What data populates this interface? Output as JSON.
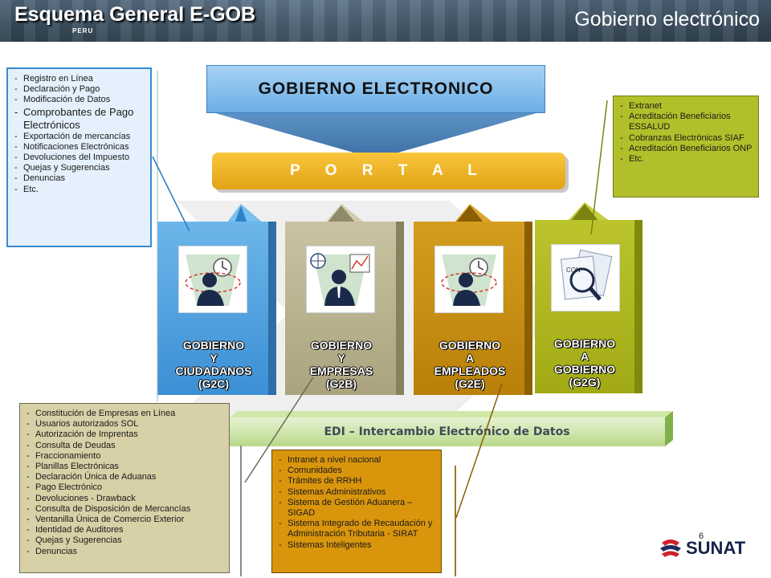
{
  "header": {
    "title": "Esquema General E-GOB",
    "subtitle": "Gobierno electrónico",
    "peru_mark": "PERU"
  },
  "diagram": {
    "title": "GOBIERNO ELECTRONICO",
    "portal": "P O R T A L",
    "edi": "EDI – Intercambio Electrónico de Datos",
    "pillars": [
      {
        "lines": [
          "GOBIERNO",
          "Y",
          "CIUDADANOS",
          "(G2C)"
        ],
        "color": "#4ba3e2",
        "icon": "person-clock-icon"
      },
      {
        "lines": [
          "GOBIERNO",
          "Y",
          "EMPRESAS",
          "(G2B)"
        ],
        "color": "#b7b18d",
        "icon": "businessman-chart-icon"
      },
      {
        "lines": [
          "GOBIERNO",
          "A",
          "EMPLEADOS",
          "(G2E)"
        ],
        "color": "#c38a0d",
        "icon": "employee-clock-icon"
      },
      {
        "lines": [
          "GOBIERNO",
          "A",
          "GOBIERNO",
          "(G2G)"
        ],
        "color": "#a9b220",
        "icon": "contract-magnifier-icon"
      }
    ]
  },
  "boxes": {
    "g2c": [
      "Registro en Línea",
      "Declaración y Pago",
      "Modificación de Datos",
      "Comprobantes de Pago Electrónicos",
      "Exportación de mercancías",
      "Notificaciones Electrónicas",
      "Devoluciones del Impuesto",
      "Quejas y Sugerencias",
      "Denuncias",
      "Etc."
    ],
    "g2g": [
      "Extranet",
      "Acreditación Beneficiarios ESSALUD",
      "Cobranzas Electrónicas SIAF",
      "Acreditación Beneficiarios ONP",
      "Etc."
    ],
    "g2b": [
      "Constitución de Empresas en Línea",
      "Usuarios autorizados SOL",
      "Autorización de Imprentas",
      "Consulta de Deudas",
      "Fraccionamiento",
      "Planillas Electrónicas",
      "Declaración Única de Aduanas",
      "Pago Electrónico",
      "Devoluciones - Drawback",
      "Consulta de Disposición de Mercancías",
      "Ventanilla Única de Comercio Exterior",
      "Identidad de Auditores",
      "Quejas y Sugerencias",
      "Denuncias"
    ],
    "g2e": [
      "Intranet a nivel nacional",
      "Comunidades",
      "Trámites de RRHH",
      "Sistemas Administrativos",
      "Sistema de Gestión Aduanera – SIGAD",
      "Sistema Integrado de Recaudación y Administración Tributaria - SIRAT",
      "Sistemas Inteligentes"
    ]
  },
  "footer": {
    "page_number": "6",
    "logo_text": "SUNAT"
  }
}
